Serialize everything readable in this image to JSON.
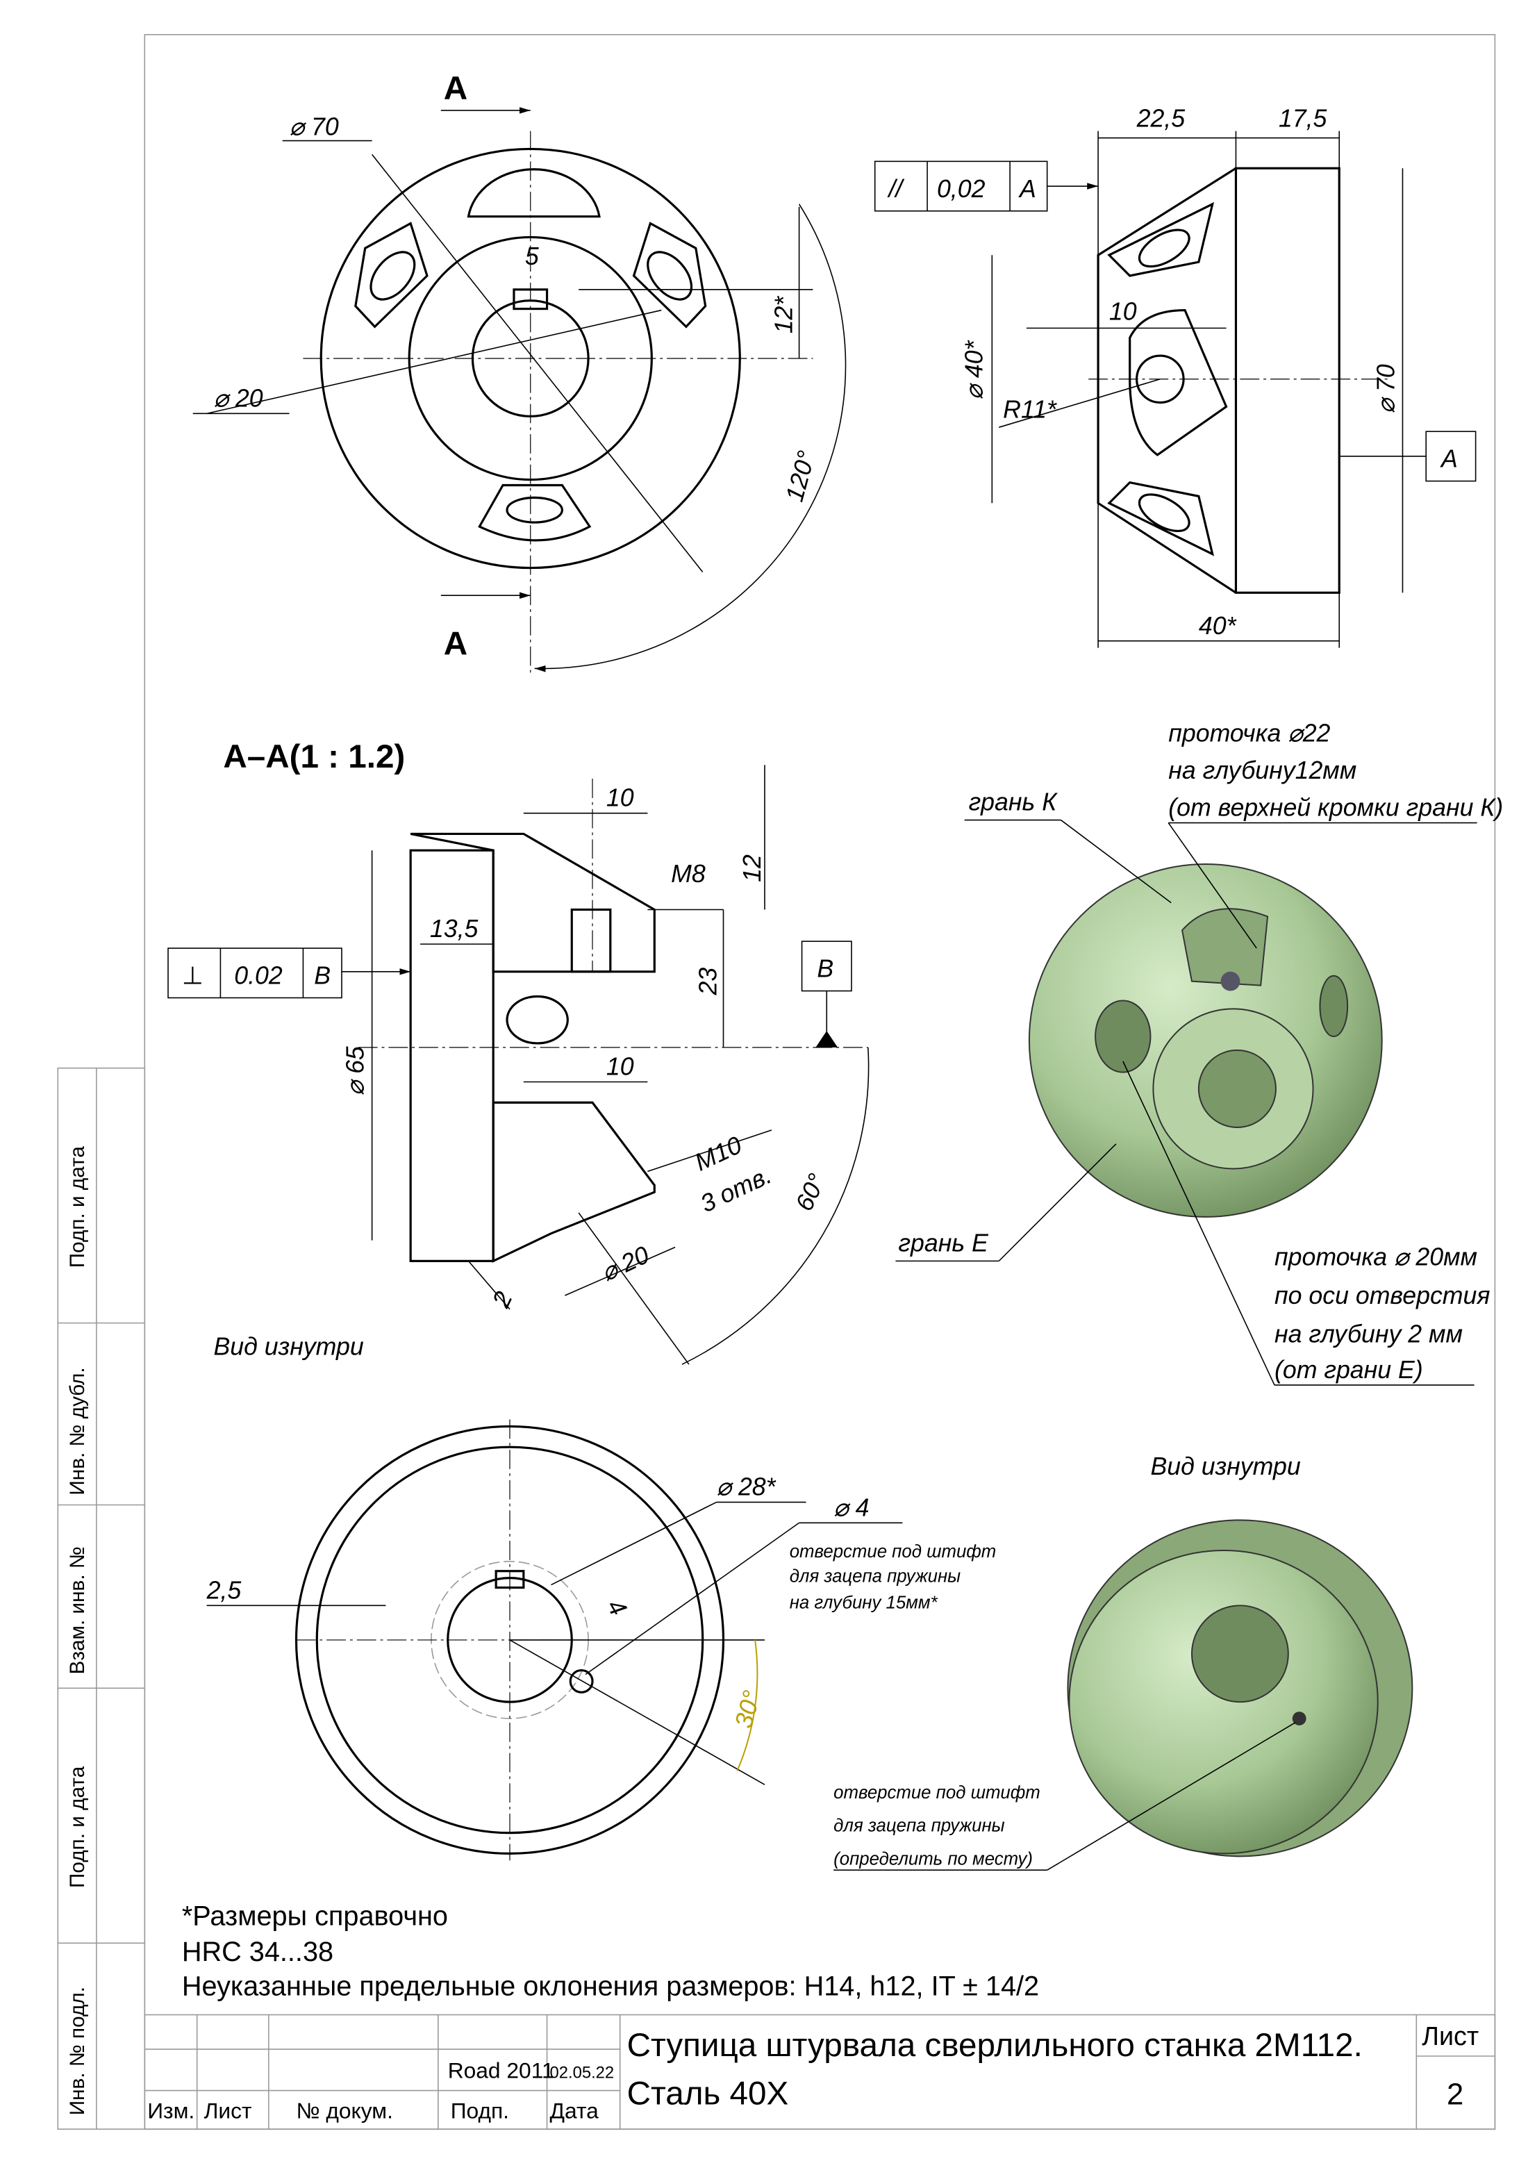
{
  "top_view": {
    "section_mark_top": "A",
    "section_mark_bottom": "A",
    "dim_outer": "⌀ 70",
    "dim_key": "5",
    "dim_key_depth": "12*",
    "dim_bore": "⌀ 20",
    "dim_angle": "120°"
  },
  "side_view": {
    "dim_left_width": "22,5",
    "dim_right_width": "17,5",
    "tolerance_symbol": "//",
    "tolerance_value": "0,02",
    "tolerance_datum": "A",
    "dim_depth": "10",
    "dim_face_dia": "⌀ 40*",
    "dim_radius": "R11*",
    "dim_outer": "⌀ 70",
    "datum_label": "A",
    "dim_length": "40*"
  },
  "section_view": {
    "title": "A–A(1 : 1.2)",
    "dim_top_10": "10",
    "dim_12": "12",
    "thread_top": "M8",
    "dim_13_5": "13,5",
    "tolerance_symbol": "⊥",
    "tolerance_value": "0.02",
    "tolerance_datum": "B",
    "dim_23": "23",
    "datum_label": "B",
    "dim_65": "⌀ 65",
    "dim_mid_10": "10",
    "thread_bottom": "M10",
    "thread_count": "3 отв.",
    "dim_angle": "60°",
    "dim_20": "⌀ 20",
    "dim_2": "2",
    "caption": "Вид изнутри"
  },
  "iso_view": {
    "note_k": [
      "проточка ⌀22",
      "на глубину12мм",
      "(от верхней кромки грани К)"
    ],
    "face_k": "грань К",
    "face_e": "грань Е",
    "note_e": [
      "проточка ⌀ 20мм",
      "по оси отверстия",
      "на глубину 2 мм",
      "(от грани Е)"
    ],
    "body_color": "#a8c896"
  },
  "inner_view": {
    "dim_28": "⌀ 28*",
    "dim_4": "⌀ 4",
    "pin_note": [
      "отверстие под штифт",
      "для  зацепа пружины",
      "на глубину 15мм*"
    ],
    "dim_2_5": "2,5",
    "dim_4_small": "4",
    "dim_angle": "30°",
    "caption": "Вид изнутри",
    "pin_note2": [
      "отверстие под штифт",
      "для зацепа пружины",
      "(определить по месту)"
    ]
  },
  "notes": [
    "*Размеры справочно",
    "HRC 34...38",
    "Неуказанные предельные оклонения размеров: H14, h12, IT  ± 14/2"
  ],
  "title_block": {
    "signer": "Road 2011",
    "date": "02.05.22",
    "headers": [
      "Изм.",
      "Лист",
      "№ докум.",
      "Подп.",
      "Дата"
    ],
    "title_line1": "Ступица штурвала сверлильного станка 2М112.",
    "title_line2": "Сталь 40Х",
    "sheet_label": "Лист",
    "sheet_number": "2"
  },
  "side_strip": [
    "Подп. и дата",
    "Инв. № дубл.",
    "Взам. инв. №",
    "Подп. и дата",
    "Инв. № подл."
  ]
}
